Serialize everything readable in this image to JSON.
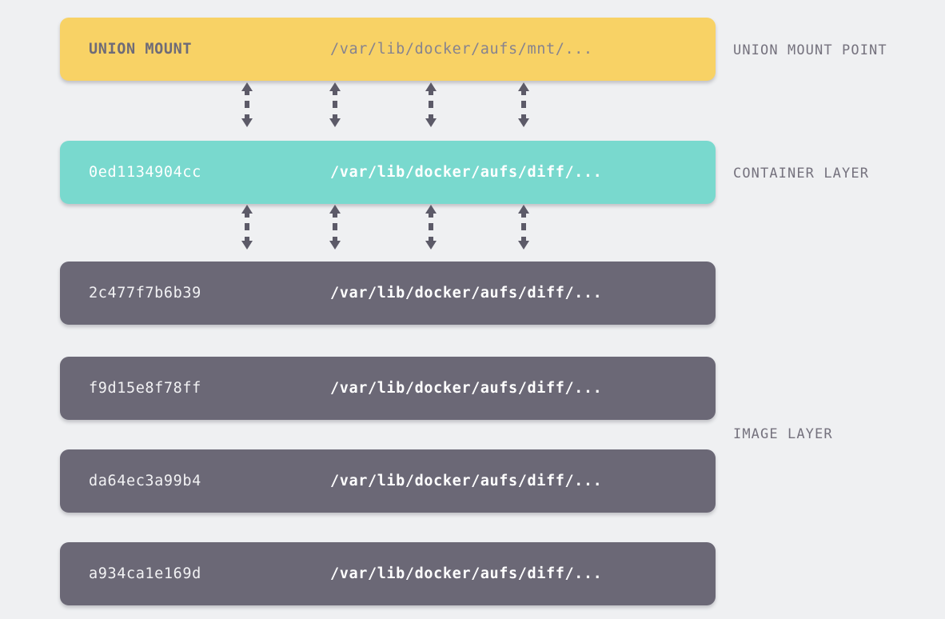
{
  "diagram": {
    "title": "Docker aufs union mount layer stack",
    "background_color": "#eff0f2",
    "colors": {
      "union_mount": "#f8d265",
      "container_layer": "#79d9ce",
      "image_layer": "#6b6876",
      "arrow": "#5c5a68",
      "side_label_text": "#75727e"
    },
    "layers": [
      {
        "id_label": "UNION MOUNT",
        "path_label": "/var/lib/docker/aufs/mnt/...",
        "kind": "union-mount",
        "color": "#f8d265"
      },
      {
        "id_label": "0ed1134904cc",
        "path_label": "/var/lib/docker/aufs/diff/...",
        "kind": "container-layer",
        "color": "#79d9ce"
      },
      {
        "id_label": "2c477f7b6b39",
        "path_label": "/var/lib/docker/aufs/diff/...",
        "kind": "image-layer",
        "color": "#6b6876"
      },
      {
        "id_label": "f9d15e8f78ff",
        "path_label": "/var/lib/docker/aufs/diff/...",
        "kind": "image-layer",
        "color": "#6b6876"
      },
      {
        "id_label": "da64ec3a99b4",
        "path_label": "/var/lib/docker/aufs/diff/...",
        "kind": "image-layer",
        "color": "#6b6876"
      },
      {
        "id_label": "a934ca1e169d",
        "path_label": "/var/lib/docker/aufs/diff/...",
        "kind": "image-layer",
        "color": "#6b6876"
      }
    ],
    "side_labels": {
      "union_mount_point": "UNION MOUNT POINT",
      "container_layer": "CONTAINER LAYER",
      "image_layer": "IMAGE LAYER"
    },
    "connectors": {
      "style": "dashed-double-headed-arrow",
      "count_per_gap": 4,
      "gaps": 2,
      "x_positions": [
        309,
        419,
        539,
        655
      ]
    }
  }
}
